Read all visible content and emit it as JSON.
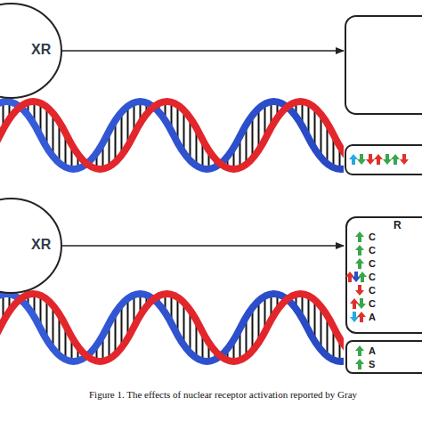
{
  "diagram": {
    "caption": "Figure 1. The effects of nuclear receptor activation reported by Gray",
    "nodes": [
      {
        "text": [
          "XR"
        ]
      },
      {
        "text": [
          "XR"
        ]
      },
      {
        "text": [
          "R",
          "C",
          "C",
          "C",
          "C",
          "C",
          "C",
          "A"
        ]
      },
      {
        "text": [
          "A",
          "S"
        ]
      }
    ],
    "edges": [
      {
        "from": 1,
        "to": 2,
        "arrow": "to"
      }
    ]
  }
}
